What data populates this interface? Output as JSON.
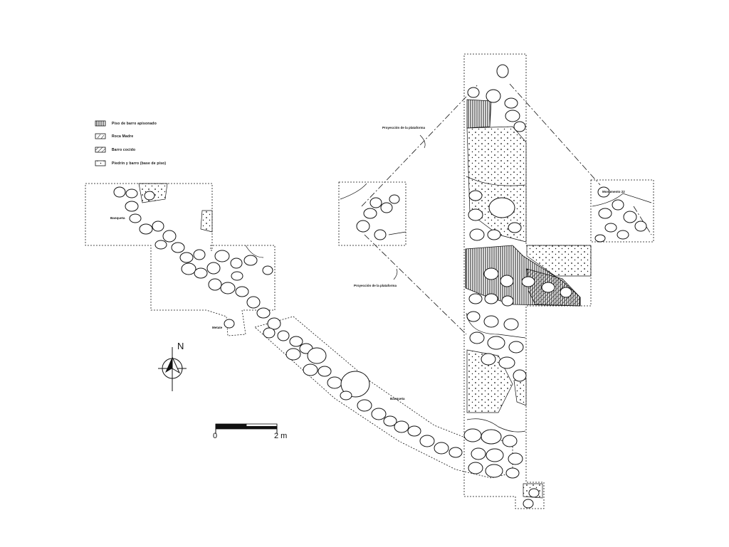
{
  "legend": {
    "items": [
      {
        "label": "Piso de barro apisonado",
        "pattern": "vertical-lines"
      },
      {
        "label": "Roca Madre",
        "pattern": "bedrock"
      },
      {
        "label": "Barro cocido",
        "pattern": "diagonal-hatch"
      },
      {
        "label": "Piedrín y barro (base de piso)",
        "pattern": "dots"
      }
    ]
  },
  "labels": {
    "banqueta_nw": "Banqueta",
    "banqueta_s": "Banqueta",
    "metate": "Metate",
    "monumento": "Monumento 22",
    "projection_upper": "Proyección de la plataforma",
    "projection_lower": "Proyección de la plataforma"
  },
  "north_arrow": {
    "label": "N",
    "icon": "north-arrow-icon"
  },
  "scale_bar": {
    "start": "0",
    "end": "2 m"
  }
}
